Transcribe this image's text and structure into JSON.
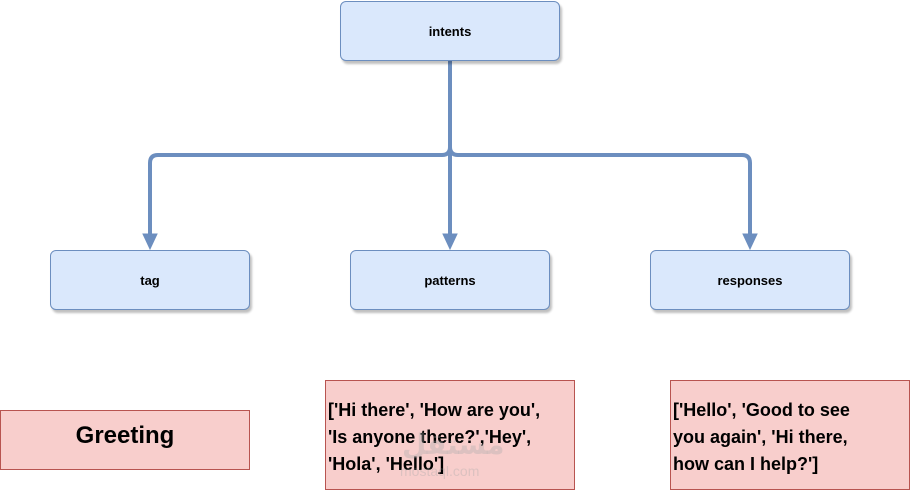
{
  "root": {
    "label": "intents"
  },
  "children": [
    {
      "label": "tag"
    },
    {
      "label": "patterns"
    },
    {
      "label": "responses"
    }
  ],
  "values": {
    "tag": "Greeting",
    "patterns": "['Hi there', 'How are you',\n'Is anyone there?','Hey',\n'Hola', 'Hello']",
    "responses": "['Hello', 'Good to see\nyou again', 'Hi there,\nhow can I help?']"
  },
  "watermark": {
    "logo": "مستقل",
    "sub": "mostaql.com"
  },
  "colors": {
    "node_fill": "#dae8fc",
    "node_stroke": "#6c8ebf",
    "value_fill": "#f8cecc",
    "value_stroke": "#b85450",
    "connector": "#6c8ebf"
  }
}
